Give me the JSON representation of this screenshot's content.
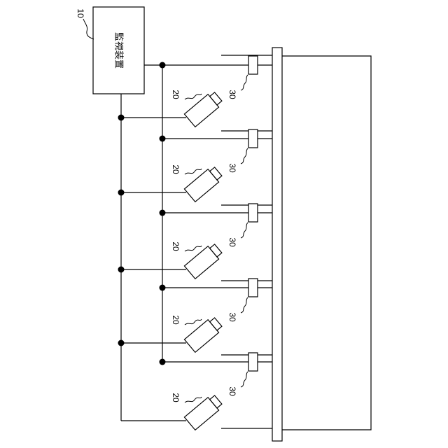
{
  "monitor": {
    "ref": "10",
    "label": "監視装置"
  },
  "camera_ref": "20",
  "sensor_ref": "30",
  "camera_count": 5,
  "sensor_count": 5
}
